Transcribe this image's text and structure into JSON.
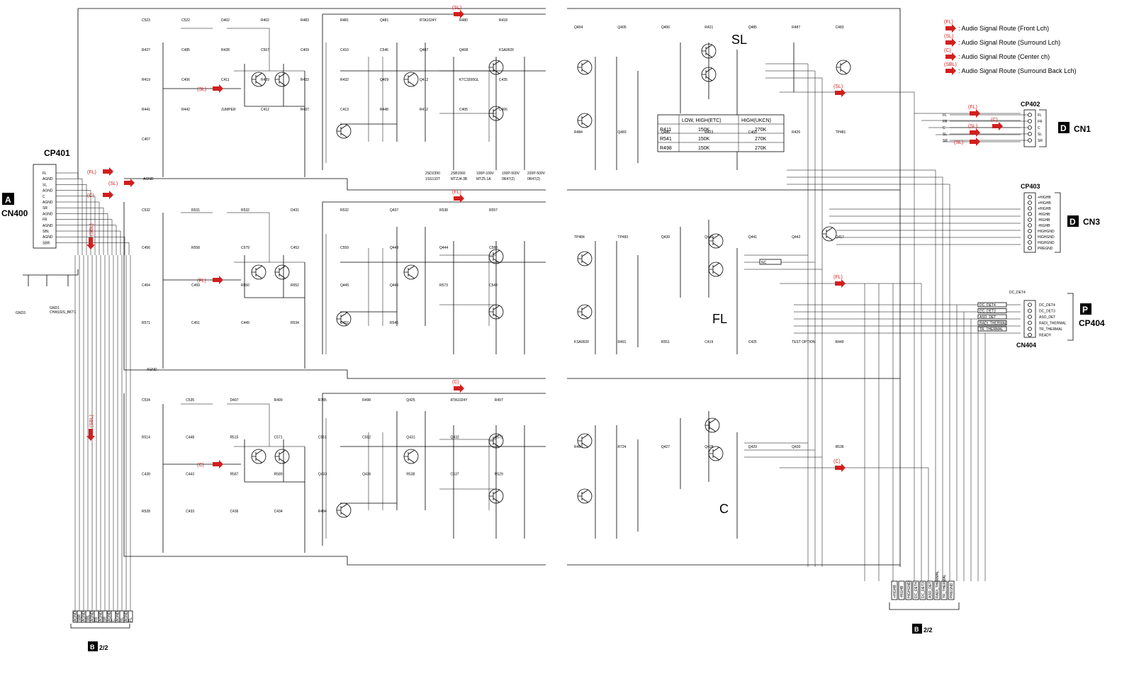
{
  "legend": {
    "items": [
      {
        "tag": "(FL)",
        "text": ": Audio Signal Route (Front Lch)"
      },
      {
        "tag": "(SL)",
        "text": ": Audio Signal Route (Surround Lch)"
      },
      {
        "tag": "(C)",
        "text": ": Audio Signal Route (Center ch)"
      },
      {
        "tag": "(SBL)",
        "text": ": Audio Signal Route (Surround Back Lch)"
      }
    ]
  },
  "section_labels": {
    "sl": "SL",
    "fl": "FL",
    "c": "C"
  },
  "left_connector": {
    "badge": "A",
    "name": "CN400",
    "cp": "CP401",
    "pins": [
      "FL",
      "AGND",
      "SL",
      "AGND",
      "C",
      "AGND",
      "SR",
      "AGND",
      "FR",
      "AGND",
      "SBL",
      "AGND",
      "SBR"
    ],
    "gnd": [
      "GND3",
      "GND1",
      "CHASSIS_BKT1"
    ]
  },
  "bottom_left_ref": {
    "badge": "B",
    "text": "2/2"
  },
  "bottom_right_ref": {
    "badge": "B",
    "text": "2/2"
  },
  "cp402": {
    "cp": "CP402",
    "badge": "D",
    "name": "CN1",
    "pins": [
      "FL",
      "FR",
      "C",
      "SL",
      "SR"
    ]
  },
  "cp403": {
    "cp": "CP403",
    "badge": "D",
    "name": "CN3",
    "pins": [
      "+HIGHB",
      "+HIGHB",
      "+HIGHB",
      "-HIGHB",
      "-HIGHB",
      "-HIGHB",
      "HIGHGND",
      "HIGHGND",
      "HIGHGND",
      "PREGND"
    ]
  },
  "cp404": {
    "cp": "CP404",
    "badge": "P",
    "name": "CN404",
    "pins": [
      "DC_DET4",
      "DC_DET3",
      "ASO_DET",
      "RADI_THERMAL",
      "TR_THERMAL",
      "READY"
    ],
    "wire_labels": [
      "DC_DET4",
      "DC_DET3",
      "ASO_DET",
      "RADI_THERMAL",
      "TR_THERMAL"
    ]
  },
  "resistor_table": {
    "headers": [
      "",
      "LOW, HIGH(ETC)",
      "HIGH(UKCN)"
    ],
    "rows": [
      [
        "R411",
        "150K",
        "270K"
      ],
      [
        "R541",
        "150K",
        "270K"
      ],
      [
        "R498",
        "150K",
        "270K"
      ]
    ]
  },
  "route_flags": {
    "top": [
      "(SL)",
      "(FL)",
      "(C)"
    ],
    "right": [
      "(SL)",
      "(FL)",
      "(C)"
    ],
    "left": [
      "(FL)",
      "(SL)",
      "(C)"
    ],
    "inputs": [
      "(SL)",
      "(FL)",
      "(C)"
    ],
    "cn1": [
      "(FL)",
      "(SL)",
      "(C)",
      "(SL)"
    ],
    "sbl": [
      "(SBL)",
      "(SBL)"
    ]
  },
  "components": {
    "sl_top": [
      "C523",
      "C522",
      "D402",
      "R402",
      "R483",
      "R481",
      "Q481",
      "RTA1024Y",
      "R480",
      "R418",
      "R427",
      "C485",
      "R428",
      "C567",
      "C409",
      "C410",
      "C546",
      "Q407",
      "Q408",
      "KSA992F",
      "R419",
      "C406",
      "C411",
      "R429",
      "R433",
      "R432",
      "Q409",
      "Q412",
      "KTC3200GL",
      "C435",
      "R441",
      "R442",
      "JUMPER",
      "C412",
      "R437",
      "C413",
      "R448",
      "R412",
      "C405",
      "C406",
      "C407"
    ],
    "fl_mid": [
      "C532",
      "R531",
      "R532",
      "D431",
      "R532",
      "Q437",
      "R538",
      "R557",
      "C456",
      "R558",
      "C579",
      "C453",
      "C559",
      "Q443",
      "Q444",
      "C588",
      "C454",
      "C459",
      "R550",
      "R552",
      "Q445",
      "Q446",
      "R573",
      "C543",
      "R571",
      "C451",
      "C449",
      "R534",
      "C452",
      "R546"
    ],
    "c_bot": [
      "C534",
      "C535",
      "D407",
      "R499",
      "R785",
      "R498",
      "Q425",
      "RTA1024Y",
      "R497",
      "R514",
      "C448",
      "R515",
      "C571",
      "C551",
      "C552",
      "Q431",
      "Q432",
      "C572",
      "C438",
      "C443",
      "R587",
      "R589",
      "Q433",
      "Q436",
      "R538",
      "C537",
      "R529",
      "R528",
      "C433",
      "C436",
      "C434",
      "R494"
    ],
    "right_side": [
      "Q404",
      "Q405",
      "Q406",
      "R421",
      "Q485",
      "R487",
      "C483",
      "R484",
      "Q483",
      "Q486",
      "R423",
      "C460",
      "R426",
      "TP481",
      "TP484",
      "TP483",
      "Q439",
      "Q440",
      "Q441",
      "Q442",
      "Q417",
      "KSA992F",
      "R491",
      "R551",
      "C419",
      "C425",
      "TEST OPTION",
      "R449",
      "R464",
      "R724",
      "Q427",
      "Q428",
      "Q429",
      "Q430",
      "R536"
    ],
    "outputs": [
      "2SD2390",
      "2SB1560",
      "100P-100V",
      "100P-500V",
      "220P-500V",
      "1SS133T",
      "MTZJ4.3B",
      "MTZ5.1A",
      "0R47(2)",
      "0R47(2)"
    ]
  },
  "bottom_left_bus": [
    "AGND",
    "SBR",
    "AGND",
    "SBL",
    "AGND",
    "FR",
    "AGND",
    "SR",
    "AGND",
    "C",
    "AGND",
    "SL",
    "AGND",
    "FL"
  ],
  "bottom_right_bus": [
    "+HIGHB",
    "-HIGHB",
    "HIGHGND",
    "DC_DET4",
    "DC_DET3",
    "ASO_DET",
    "RADI_THERMAL",
    "TR_THERMAL",
    "PREGND"
  ],
  "misc_labels": [
    "AGND",
    "DC_DET4",
    "NC",
    "DC_DET3",
    "ASO_DET",
    "RADI_THERMAL",
    "TR_THERMAL"
  ],
  "colors": {
    "route_arrow": "#d21e1e",
    "line": "#000000"
  }
}
